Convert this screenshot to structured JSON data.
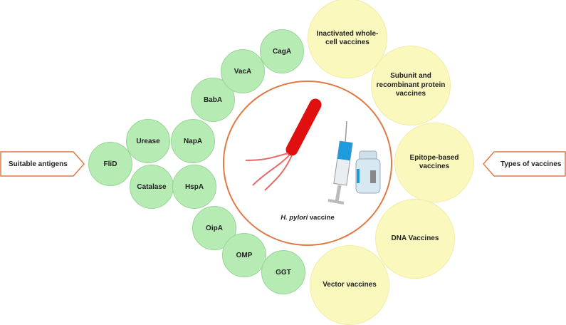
{
  "left_label": "Suitable antigens",
  "right_label": "Types of vaccines",
  "center": {
    "caption_italic": "H. pylori",
    "caption_rest": " vaccine"
  },
  "antigens": [
    "FliD",
    "Urease",
    "Catalase",
    "NapA",
    "HspA",
    "BabA",
    "OipA",
    "VacA",
    "OMP",
    "CagA",
    "GGT"
  ],
  "vaccine_types": [
    "Inactivated whole-cell vaccines",
    "Subunit and recombinant protein vaccines",
    "Epitope-based vaccines",
    "DNA Vaccines",
    "Vector vaccines"
  ],
  "colors": {
    "antigen_fill": "#b6ecb4",
    "vaccine_fill": "#fbf8bd",
    "outline": "#e07a45",
    "bacterium": "#e01010"
  }
}
